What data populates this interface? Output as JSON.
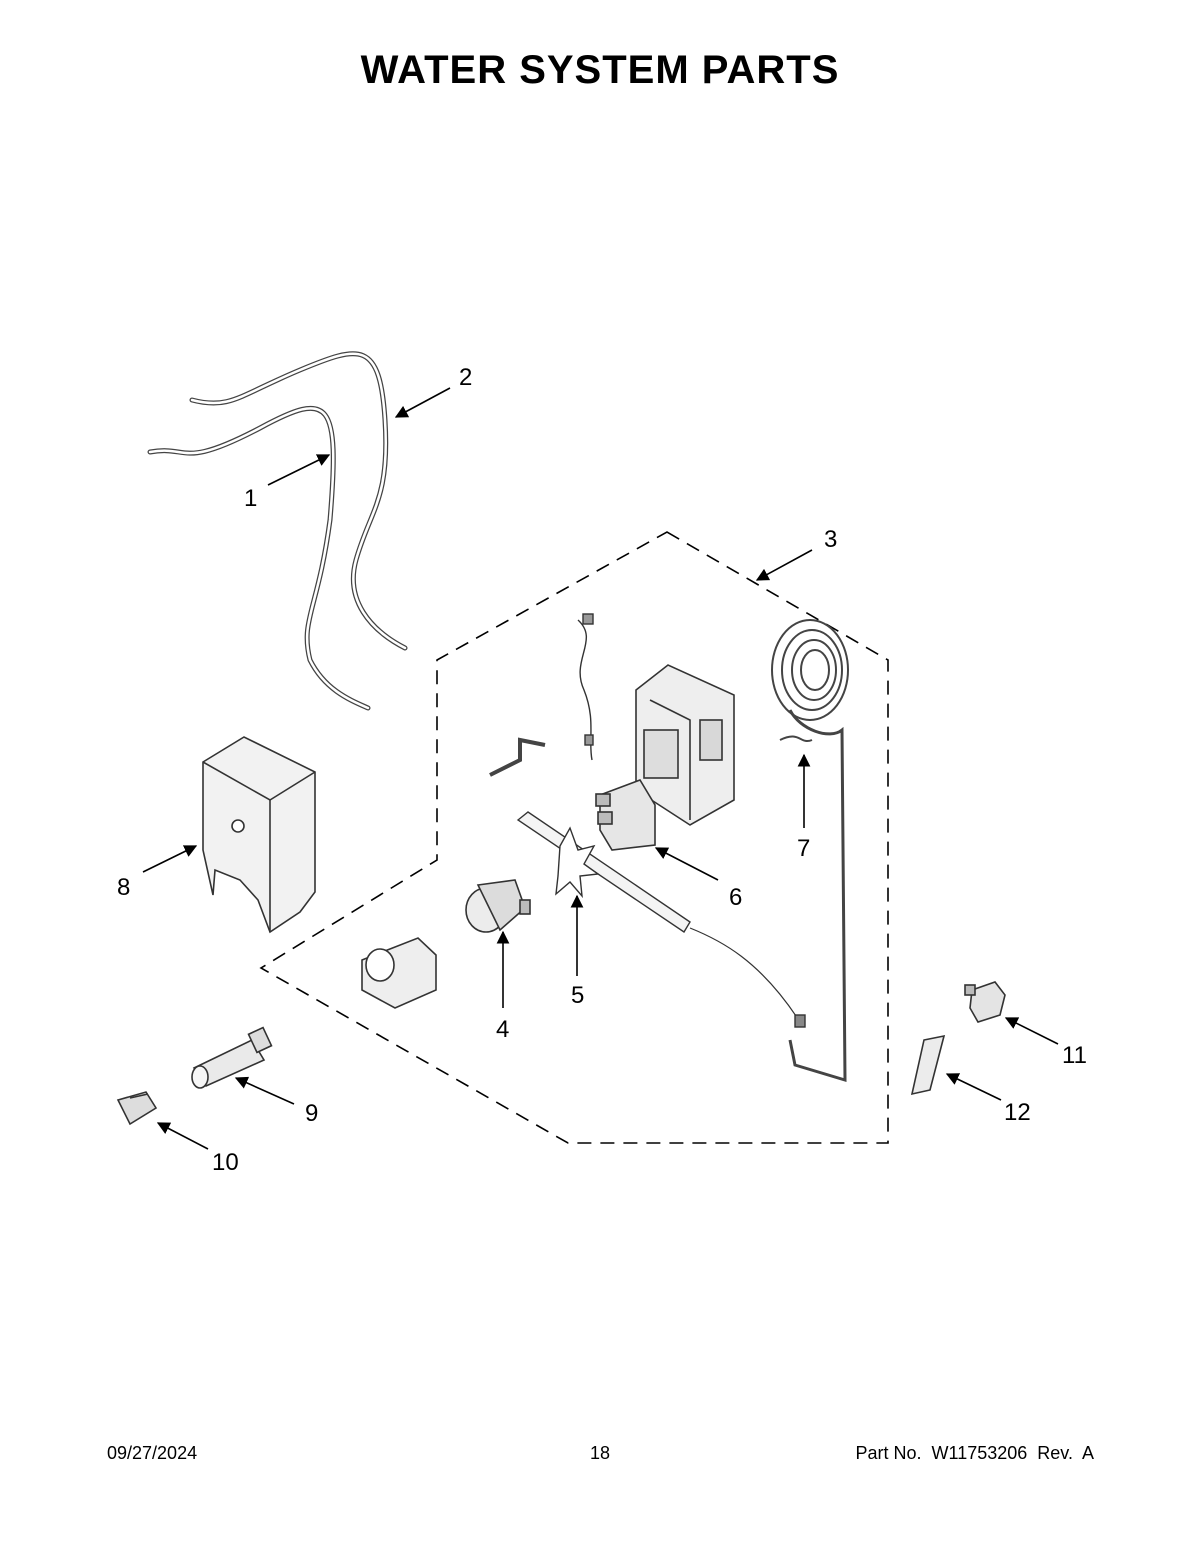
{
  "title": "WATER SYSTEM PARTS",
  "callouts": [
    "1",
    "2",
    "3",
    "4",
    "5",
    "6",
    "7",
    "8",
    "9",
    "10",
    "11",
    "12"
  ],
  "footer": {
    "date": "09/27/2024",
    "page": "18",
    "part": "Part No.  W11753206  Rev.  A"
  }
}
